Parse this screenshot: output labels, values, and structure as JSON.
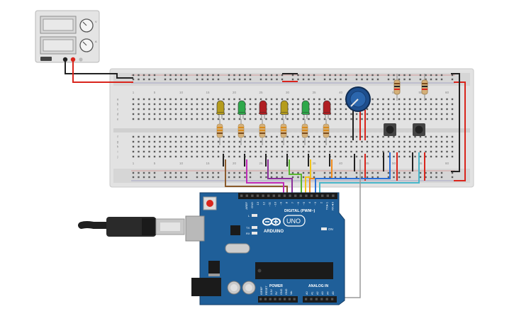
{
  "breadboard": {
    "column_numbers": [
      "1",
      "5",
      "10",
      "15",
      "20",
      "25",
      "30",
      "35",
      "40",
      "45",
      "50",
      "55",
      "60"
    ],
    "row_letters": [
      "a",
      "b",
      "c",
      "d",
      "e",
      "f",
      "g",
      "h",
      "i",
      "j"
    ]
  },
  "leds": [
    {
      "color_name": "yellow",
      "color": "#b59c1d"
    },
    {
      "color_name": "green",
      "color": "#2ea84a"
    },
    {
      "color_name": "red",
      "color": "#b01e22"
    },
    {
      "color_name": "yellow",
      "color": "#b59c1d"
    },
    {
      "color_name": "green",
      "color": "#2ea84a"
    },
    {
      "color_name": "red",
      "color": "#b01e22"
    }
  ],
  "arduino": {
    "brand": "ARDUINO",
    "model": "UNO",
    "digital_label": "DIGITAL (PWM~)",
    "digital_pins": [
      "AREF",
      "GND",
      "13",
      "12",
      "~11",
      "~10",
      "~9",
      "8",
      "7",
      "~6",
      "~5",
      "4",
      "~3",
      "2",
      "TX►1",
      "RX◄0"
    ],
    "power_label": "POWER",
    "power_pins": [
      "IOREF",
      "RESET",
      "3.3V",
      "5V",
      "GND",
      "GND",
      "Vin"
    ],
    "analog_label": "ANALOG IN",
    "analog_pins": [
      "A0",
      "A1",
      "A2",
      "A3",
      "A4",
      "A5"
    ],
    "on_label": "ON",
    "tx_label": "TX",
    "rx_label": "RX",
    "l_label": "L"
  },
  "power_supply": {
    "knob_label_top": "V",
    "knob_label_bottom": "A"
  },
  "colors": {
    "board_blue": "#1f5f99",
    "wire_red": "#d9251c",
    "wire_black": "#222222",
    "wire_brown": "#8a5a2b",
    "wire_purple": "#8b2f9a",
    "wire_magenta": "#c02cb8",
    "wire_green": "#5ab52e",
    "wire_yellow": "#f0c419",
    "wire_orange": "#f08a1c",
    "wire_blue": "#2a6fd8",
    "wire_cyan": "#48b6c9",
    "wire_gray": "#9a9a9a"
  }
}
